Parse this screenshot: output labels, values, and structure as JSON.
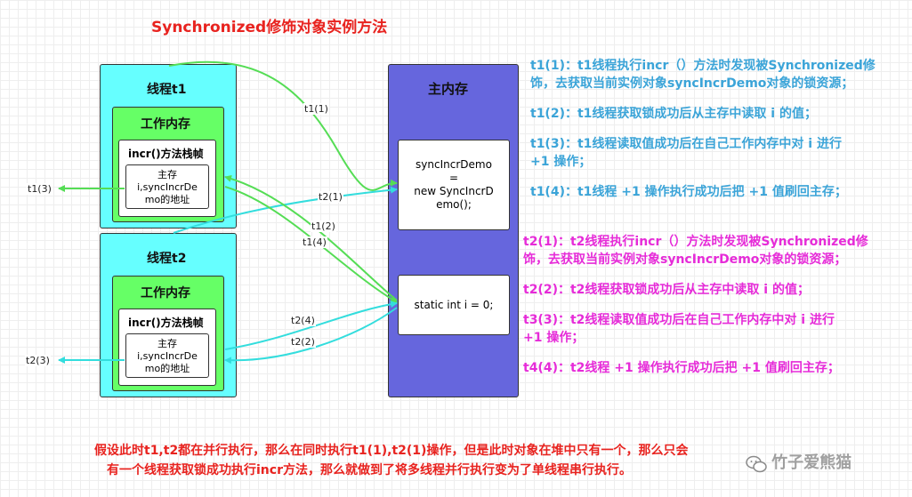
{
  "title": "Synchronized修饰对象实例方法",
  "threads": [
    {
      "name": "线程t1",
      "work_memory": "工作内存",
      "frame_title": "incr()方法栈帧",
      "inner_lines": [
        "主存",
        "i,syncIncrDe",
        "mo的地址"
      ]
    },
    {
      "name": "线程t2",
      "work_memory": "工作内存",
      "frame_title": "incr()方法栈帧",
      "inner_lines": [
        "主存",
        "i,syncIncrDe",
        "mo的地址"
      ]
    }
  ],
  "main_memory": {
    "title": "主内存",
    "object_lines": [
      "syncIncrDemo",
      "=",
      "new SyncIncrD",
      "emo();"
    ],
    "static_field": "static int i = 0;"
  },
  "arrow_labels": {
    "t1_1": "t1(1)",
    "t2_1": "t2(1)",
    "t1_2": "t1(2)",
    "t1_4": "t1(4)",
    "t1_3": "t1(3)",
    "t2_4": "t2(4)",
    "t2_2": "t2(2)",
    "t2_3": "t2(3)"
  },
  "notes_t1": [
    [
      "t1(1)：t1线程执行incr（）方法时发现被Synchronized修",
      "饰，去获取当前实例对象syncIncrDemo对象的锁资源；"
    ],
    [
      "t1(2)：t1线程获取锁成功后从主存中读取 i 的值；"
    ],
    [
      "t1(3)：t1线程读取值成功后在自己工作内存中对 i 进行",
      " +1 操作；"
    ],
    [
      "t1(4)：t1线程 +1 操作执行成功后把 +1 值刷回主存；"
    ]
  ],
  "notes_t2": [
    [
      "t2(1)：t2线程执行incr（）方法时发现被Synchronized修",
      "饰，去获取当前实例对象syncIncrDemo对象的锁资源；"
    ],
    [
      "t2(2)：t2线程获取锁成功后从主存中读取 i 的值；"
    ],
    [
      "t3(3)：t2线程读取值成功后在自己工作内存中对 i 进行",
      "+1 操作；"
    ],
    [
      "t4(4)：t2线程 +1 操作执行成功后把 +1 值刷回主存；"
    ]
  ],
  "bottom_lines": [
    "假设此时t1,t2都在并行执行，那么在同时执行t1(1),t2(1)操作，但是此时对象在堆中只有一个，那么只会",
    "有一个线程获取锁成功执行incr方法，那么就做到了将多线程并行执行变为了单线程串行执行。"
  ],
  "watermark": "竹子爱熊猫",
  "colors": {
    "thread_fill": "#66ffff",
    "work_fill": "#66ff66",
    "main_fill": "#6666dd",
    "arrow_green": "#55dd55",
    "arrow_cyan": "#33dddd",
    "note_blue": "#3ba4d8",
    "note_pink": "#e62bd8",
    "title_red": "#e8231f"
  }
}
